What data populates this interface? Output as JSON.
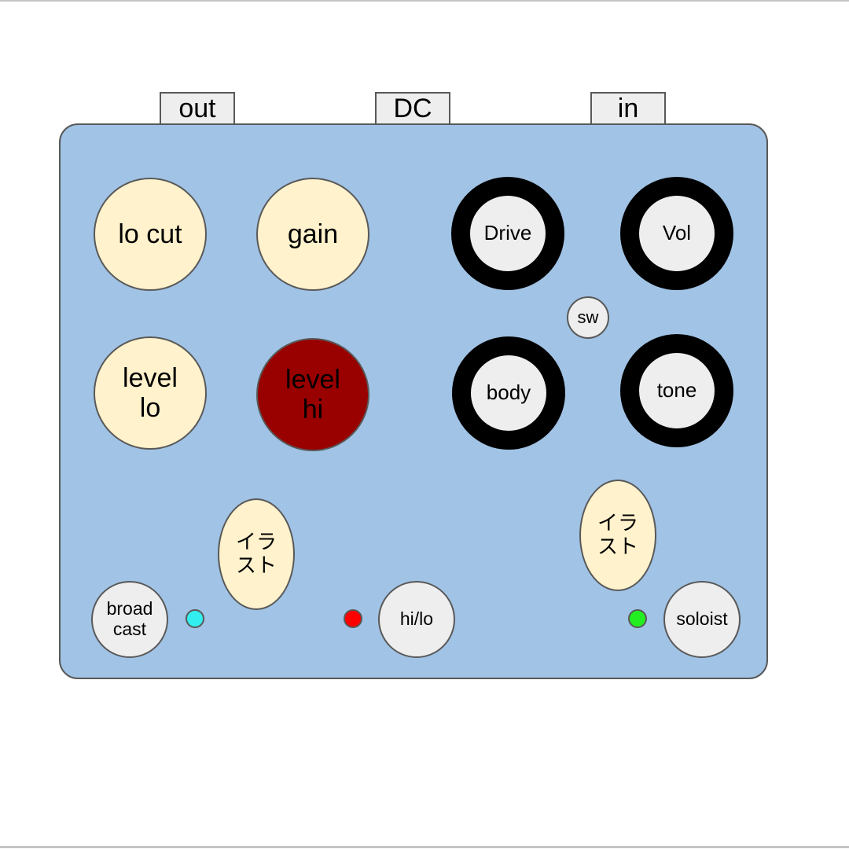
{
  "jacks": [
    {
      "label": "out"
    },
    {
      "label": "DC"
    },
    {
      "label": "in"
    }
  ],
  "enclosure": {
    "color": "#a1c3e5"
  },
  "knobs": {
    "lo_cut": {
      "label": "lo cut",
      "color": "#fff2cc"
    },
    "gain": {
      "label": "gain",
      "color": "#fff2cc"
    },
    "level_lo": {
      "line1": "level",
      "line2": "lo",
      "color": "#fff2cc"
    },
    "level_hi": {
      "line1": "level",
      "line2": "hi",
      "color": "#990000"
    },
    "drive": {
      "label": "Drive"
    },
    "vol": {
      "label": "Vol"
    },
    "body": {
      "label": "body"
    },
    "tone": {
      "label": "tone"
    }
  },
  "toggle": {
    "label": "sw"
  },
  "artwork": [
    {
      "line1": "イラ",
      "line2": "スト"
    },
    {
      "line1": "イラ",
      "line2": "スト"
    }
  ],
  "footswitches": {
    "broadcast": {
      "line1": "broad",
      "line2": "cast"
    },
    "hilo": {
      "label": "hi/lo"
    },
    "soloist": {
      "label": "soloist"
    }
  },
  "leds": [
    {
      "name": "broadcast-led",
      "color": "#33eeee"
    },
    {
      "name": "hilo-led",
      "color": "#ff0000"
    },
    {
      "name": "soloist-led",
      "color": "#22ee22"
    }
  ]
}
